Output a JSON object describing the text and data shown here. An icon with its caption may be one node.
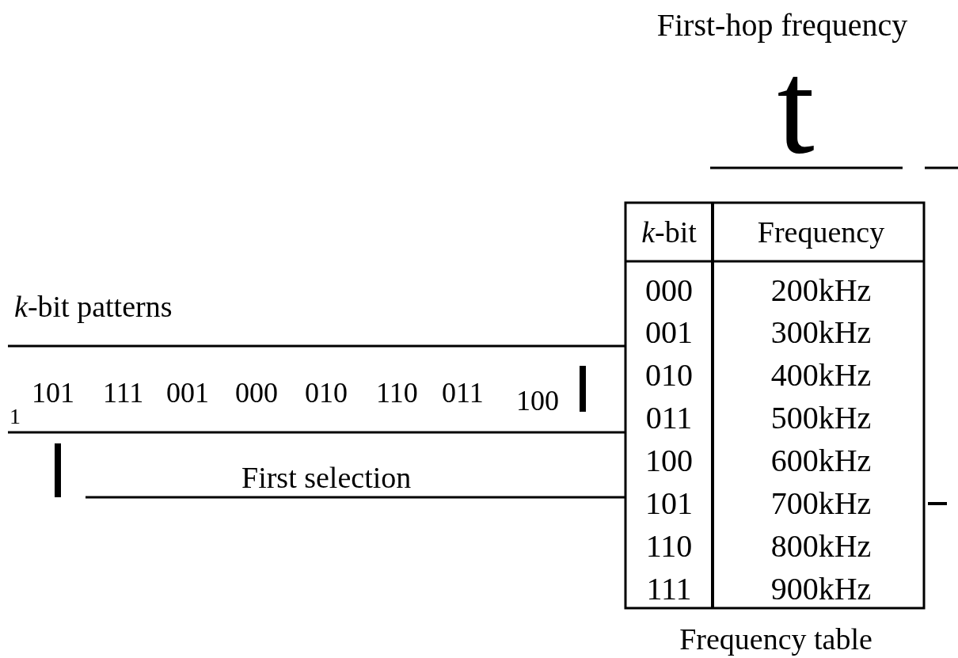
{
  "diagram": {
    "labels": [
      "First-hop frequency",
      "t",
      "*k*-bit patterns",
      "1",
      "101",
      "111",
      "001",
      "000",
      "010",
      "110",
      "011",
      "100",
      "First selection",
      "*k*-bit",
      "Frequency",
      "000",
      "200kHz",
      "001",
      "300kHz",
      "010",
      "400kHz",
      "011",
      "500kHz",
      "100",
      "600kHz",
      "101",
      "700kHz",
      "110",
      "800kHz",
      "111",
      "900kHz",
      "Frequency table"
    ]
  }
}
